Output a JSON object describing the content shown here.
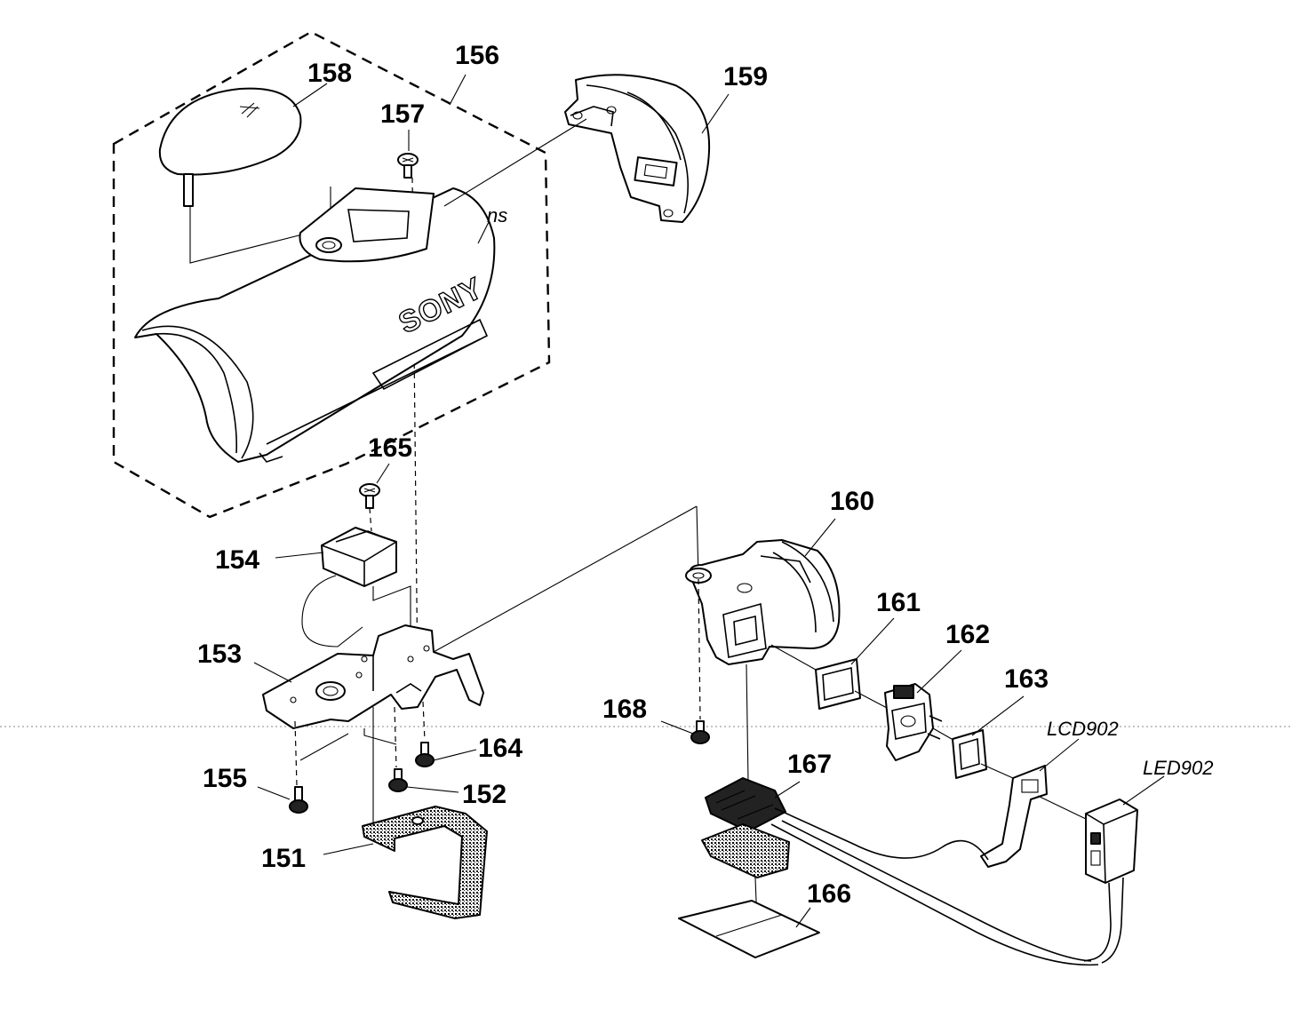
{
  "diagram": {
    "labels": {
      "p151": "151",
      "p152": "152",
      "p153": "153",
      "p154": "154",
      "p155": "155",
      "p156": "156",
      "p157": "157",
      "p158": "158",
      "p159": "159",
      "p160": "160",
      "p161": "161",
      "p162": "162",
      "p163": "163",
      "p164": "164",
      "p165": "165",
      "p166": "166",
      "p167": "167",
      "p168": "168",
      "lcd902": "LCD902",
      "led902": "LED902",
      "ns": "ns"
    },
    "logo_text": "SONY"
  }
}
